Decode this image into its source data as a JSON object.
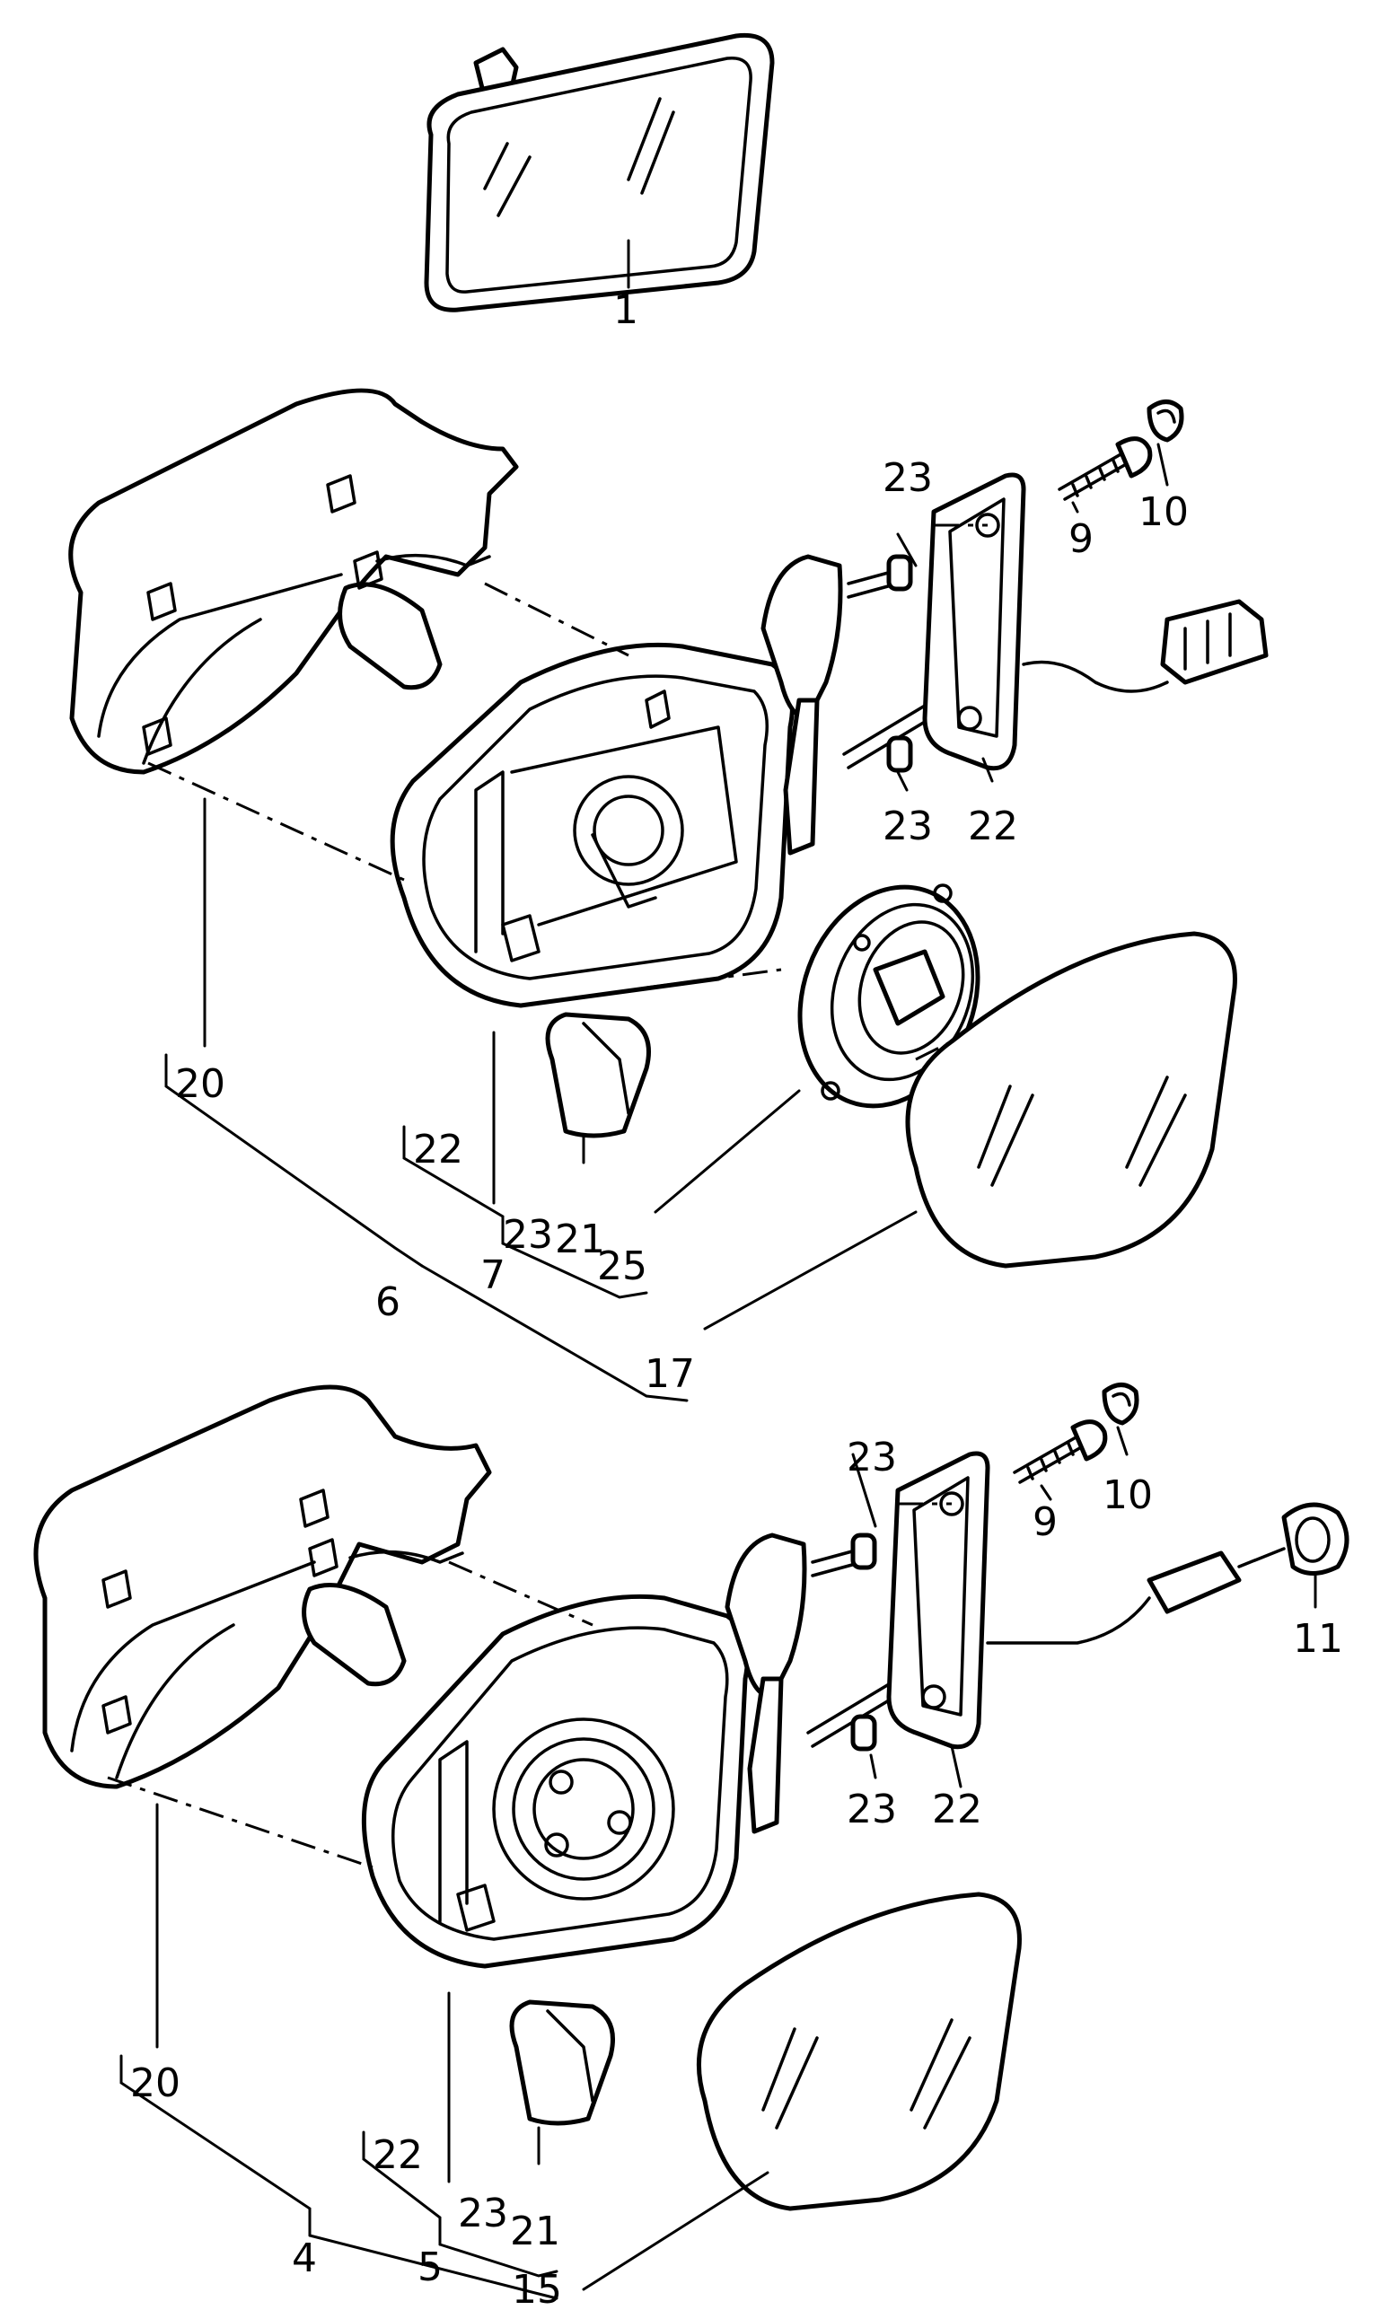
{
  "diagram": {
    "callouts": [
      {
        "id": "c1",
        "text": "1"
      },
      {
        "id": "c23a",
        "text": "23"
      },
      {
        "id": "c9a",
        "text": "9"
      },
      {
        "id": "c10a",
        "text": "10"
      },
      {
        "id": "c23b",
        "text": "23"
      },
      {
        "id": "c22a",
        "text": "22"
      },
      {
        "id": "c20a",
        "text": "20"
      },
      {
        "id": "c22b",
        "text": "22"
      },
      {
        "id": "c23c",
        "text": "23"
      },
      {
        "id": "c21a",
        "text": "21"
      },
      {
        "id": "c25",
        "text": "25"
      },
      {
        "id": "c7",
        "text": "7"
      },
      {
        "id": "c6",
        "text": "6"
      },
      {
        "id": "c17",
        "text": "17"
      },
      {
        "id": "c23d",
        "text": "23"
      },
      {
        "id": "c9b",
        "text": "9"
      },
      {
        "id": "c10b",
        "text": "10"
      },
      {
        "id": "c11",
        "text": "11"
      },
      {
        "id": "c23e",
        "text": "23"
      },
      {
        "id": "c22c",
        "text": "22"
      },
      {
        "id": "c20b",
        "text": "20"
      },
      {
        "id": "c22d",
        "text": "22"
      },
      {
        "id": "c23f",
        "text": "23"
      },
      {
        "id": "c21b",
        "text": "21"
      },
      {
        "id": "c5",
        "text": "5"
      },
      {
        "id": "c4",
        "text": "4"
      },
      {
        "id": "c15",
        "text": "15"
      }
    ]
  }
}
